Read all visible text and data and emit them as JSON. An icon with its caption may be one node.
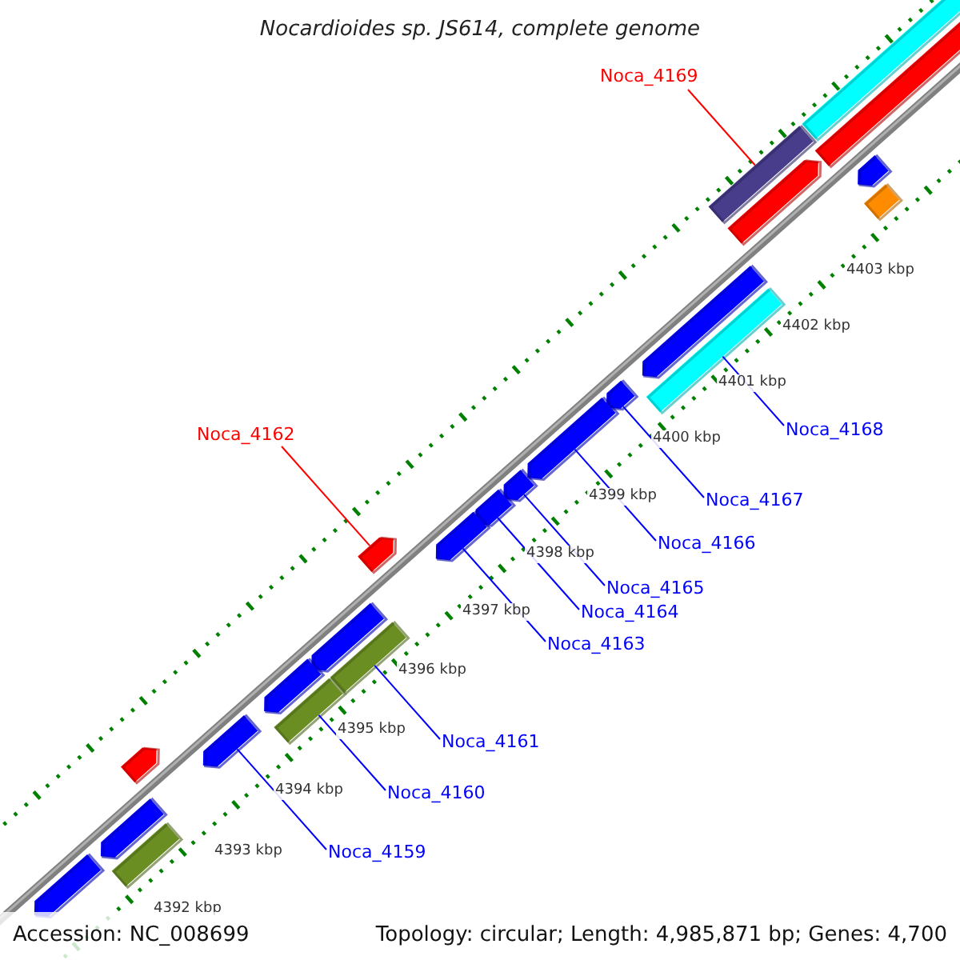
{
  "diagram": {
    "title": "Nocardioides sp. JS614, complete genome",
    "nodes": [
      {
        "text": [],
        "shape": "bar"
      },
      {
        "text": [],
        "shape": "bar"
      },
      {
        "text": [
          "Noca_4169"
        ]
      },
      {
        "text": [],
        "shape": "bar"
      },
      {
        "text": [],
        "shape": "bar"
      },
      {
        "text": [],
        "shape": "bar"
      },
      {
        "text": [],
        "shape": "bar"
      },
      {
        "text": [],
        "shape": "bar"
      },
      {
        "text": [],
        "shape": "bar"
      },
      {
        "text": [
          "Noca_4168"
        ]
      },
      {
        "text": [],
        "shape": "bar"
      },
      {
        "text": [
          "Noca_4162"
        ]
      },
      {
        "text": [],
        "shape": "bar"
      },
      {
        "text": [],
        "shape": "bar"
      },
      {
        "text": [],
        "shape": "bar"
      },
      {
        "text": [],
        "shape": "bar"
      },
      {
        "text": [],
        "shape": "bar"
      },
      {
        "text": [
          "Noca_4167"
        ]
      },
      {
        "text": [
          "Noca_4166"
        ]
      },
      {
        "text": [
          "Noca_4165"
        ]
      },
      {
        "text": [
          "Noca_4164"
        ]
      },
      {
        "text": [
          "Noca_4163"
        ]
      },
      {
        "text": [],
        "shape": "bar"
      },
      {
        "text": [],
        "shape": "bar"
      },
      {
        "text": [],
        "shape": "bar"
      },
      {
        "text": [],
        "shape": "bar"
      },
      {
        "text": [
          "Noca_4161"
        ]
      },
      {
        "text": [],
        "shape": "bar"
      },
      {
        "text": [],
        "shape": "bar"
      },
      {
        "text": [
          "Noca_4160"
        ]
      },
      {
        "text": [
          "Noca_4159"
        ]
      },
      {
        "text": [],
        "shape": "bar"
      },
      {
        "text": [],
        "shape": "bar"
      },
      {
        "text": [],
        "shape": "bar"
      }
    ],
    "edges": [
      {
        "from": 2,
        "to": 3,
        "arrow": "none",
        "color": "#ff0000"
      },
      {
        "from": 9,
        "to": 8,
        "arrow": "none"
      },
      {
        "from": 11,
        "to": 16,
        "arrow": "none",
        "color": "#ff0000"
      },
      {
        "from": 17,
        "to": 10,
        "arrow": "none"
      },
      {
        "from": 18,
        "to": 12,
        "arrow": "none"
      },
      {
        "from": 19,
        "to": 13,
        "arrow": "none"
      },
      {
        "from": 20,
        "to": 14,
        "arrow": "none"
      },
      {
        "from": 21,
        "to": 15,
        "arrow": "none"
      },
      {
        "from": 26,
        "to": 23,
        "arrow": "none"
      },
      {
        "from": 29,
        "to": 25,
        "arrow": "none"
      },
      {
        "from": 30,
        "to": 28,
        "arrow": "none"
      }
    ],
    "labels": [
      "4403 kbp",
      "4402 kbp",
      "4401 kbp",
      "4400 kbp",
      "4399 kbp",
      "4398 kbp",
      "4397 kbp",
      "4396 kbp",
      "4395 kbp",
      "4394 kbp",
      "4393 kbp",
      "4392 kbp",
      "Accession: NC_008699",
      "Topology: circular; Length: 4,985,871 bp; Genes: 4,700"
    ]
  }
}
